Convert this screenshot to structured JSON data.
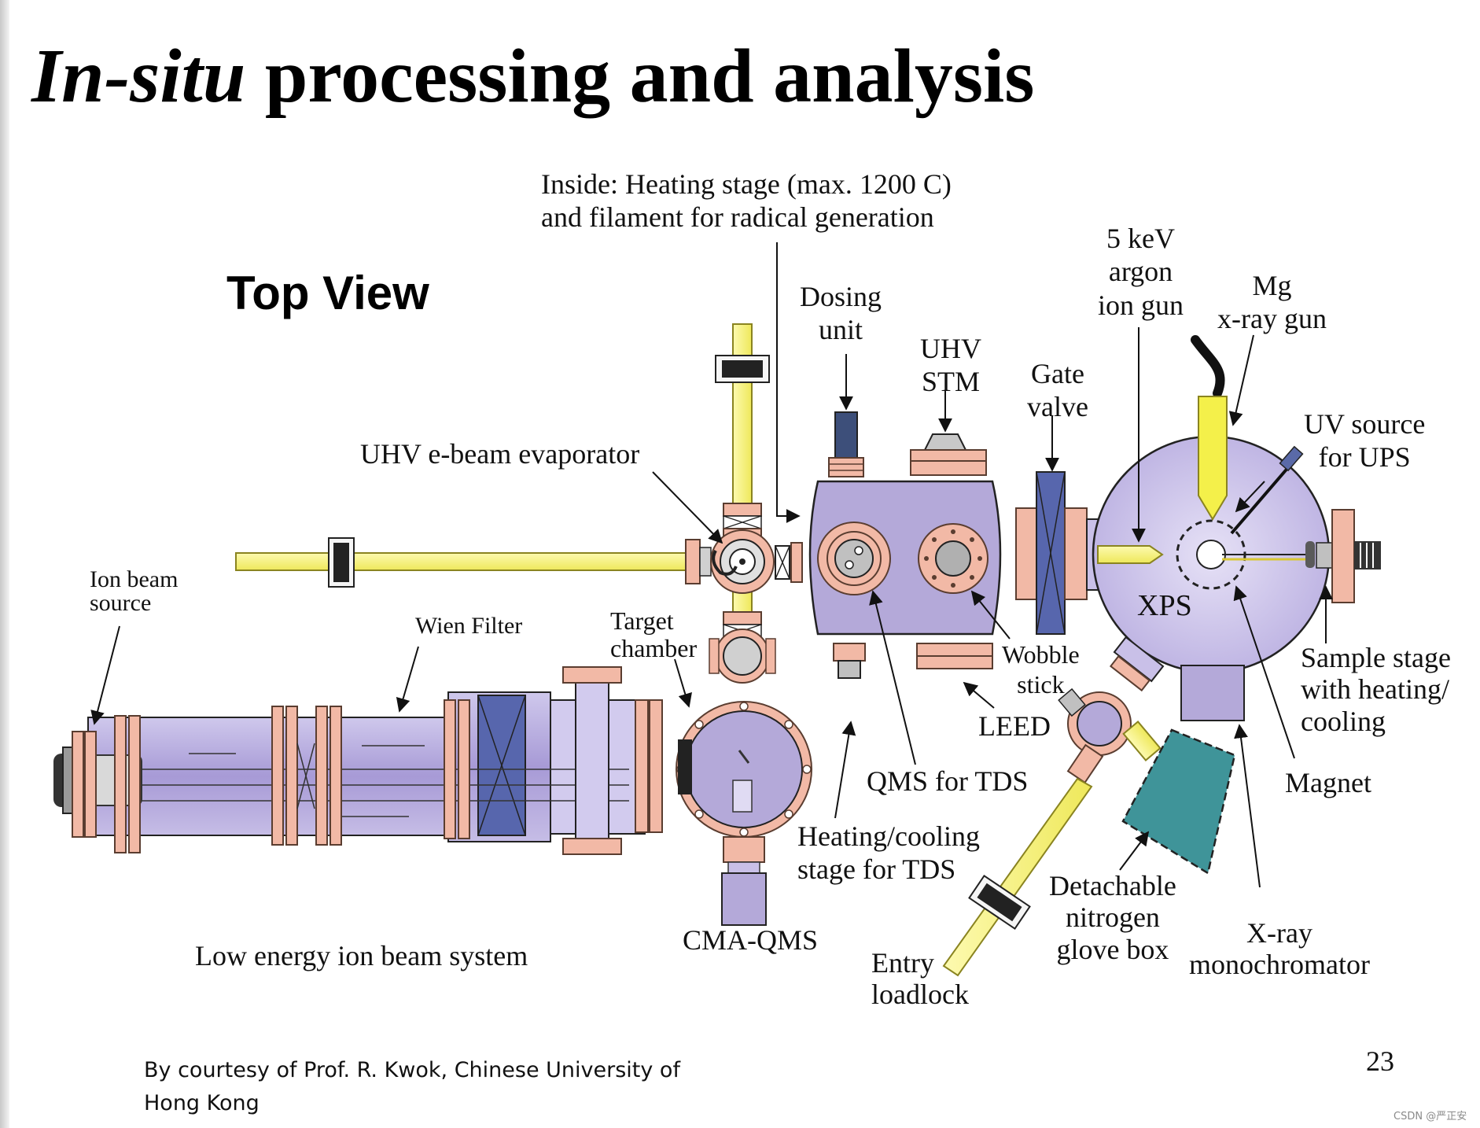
{
  "title": {
    "italic": "In-situ",
    "rest": " processing and analysis"
  },
  "subtitle": "Top View",
  "labels": {
    "inside": "Inside: Heating stage (max. 1200 C)\nand filament for radical generation",
    "dosing": "Dosing\nunit",
    "uhv_stm": "UHV\nSTM",
    "gate_valve": "Gate\nvalve",
    "argon_gun": "5 keV\nargon\nion gun",
    "mg_xray": "Mg\nx-ray gun",
    "uv_source": "UV source\nfor UPS",
    "ebeam": "UHV e-beam evaporator",
    "ion_beam_source": "Ion beam\nsource",
    "wien_filter": "Wien Filter",
    "target_chamber": "Target\nchamber",
    "xps": "XPS",
    "wobble": "Wobble\nstick",
    "leed": "LEED",
    "qms_tds": "QMS for TDS",
    "sample_stage": "Sample stage\nwith heating/\ncooling",
    "magnet": "Magnet",
    "heating_cooling": "Heating/cooling\nstage for TDS",
    "cma_qms": "CMA-QMS",
    "low_energy": "Low energy ion beam system",
    "entry_loadlock": "Entry\nloadlock",
    "glove_box": "Detachable\nnitrogen\nglove box",
    "xray_mono": "X-ray\nmonochromator"
  },
  "credit": "By courtesy of Prof. R. Kwok, Chinese University of Hong Kong",
  "page_number": "23",
  "watermark": "CSDN @严正安",
  "colors": {
    "chamber": "#b4a9d9",
    "chamber_light": "#d6d0ee",
    "flange": "#f2b9a6",
    "flange_edge": "#5a3d30",
    "yellow_rod": "#f7f37a",
    "yellow_edge": "#8a8420",
    "valve_blue": "#5b6bb3",
    "teal": "#3f9499",
    "outline": "#222222"
  }
}
